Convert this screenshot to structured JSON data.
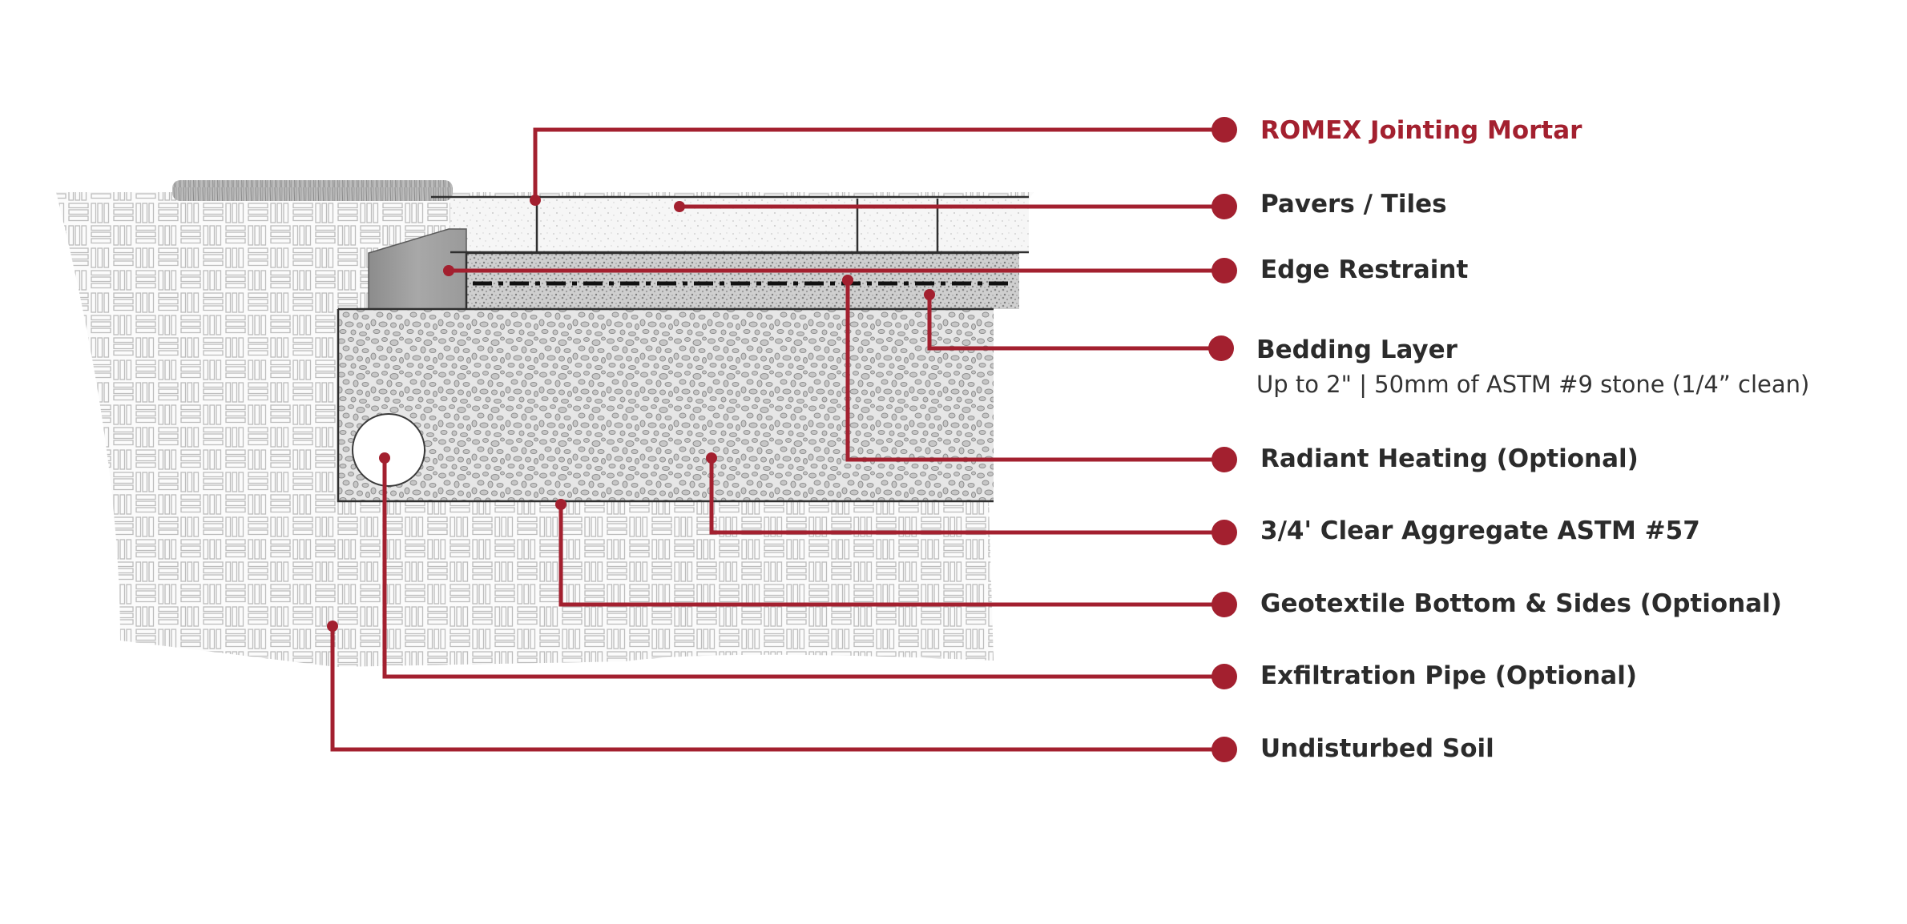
{
  "callouts": [
    {
      "id": "romex-jointing-mortar",
      "label": "ROMEX Jointing Mortar",
      "sublabel": "",
      "accent": true
    },
    {
      "id": "pavers-tiles",
      "label": "Pavers / Tiles",
      "sublabel": "",
      "accent": false
    },
    {
      "id": "edge-restraint",
      "label": "Edge Restraint",
      "sublabel": "",
      "accent": false
    },
    {
      "id": "bedding-layer",
      "label": "Bedding Layer",
      "sublabel": "Up to 2\" | 50mm of ASTM #9 stone (1/4” clean)",
      "accent": false
    },
    {
      "id": "radiant-heating",
      "label": "Radiant Heating (Optional)",
      "sublabel": "",
      "accent": false
    },
    {
      "id": "clear-aggregate",
      "label": "3/4' Clear Aggregate ASTM #57",
      "sublabel": "",
      "accent": false
    },
    {
      "id": "geotextile",
      "label": "Geotextile Bottom & Sides (Optional)",
      "sublabel": "",
      "accent": false
    },
    {
      "id": "exfiltration-pipe",
      "label": "Exfiltration Pipe (Optional)",
      "sublabel": "",
      "accent": false
    },
    {
      "id": "undisturbed-soil",
      "label": "Undisturbed Soil",
      "sublabel": "",
      "accent": false
    }
  ],
  "colors": {
    "leader": "#a3202f",
    "label_text": "#2b2b2b",
    "accent_text": "#a3202f",
    "outline": "#2f2f2f",
    "soil_pattern": "#cfcfcf"
  }
}
